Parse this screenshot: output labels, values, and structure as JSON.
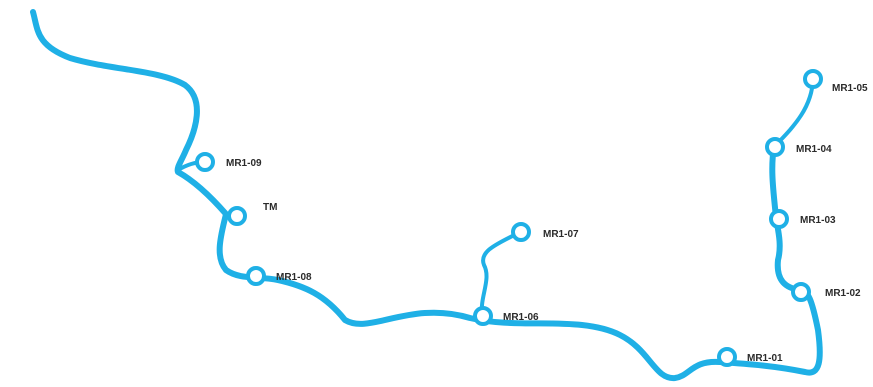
{
  "diagram": {
    "colors": {
      "river": "#1fb0e6",
      "label": "#2b2b2b"
    },
    "stations": [
      {
        "id": "mr1-09",
        "label": "MR1-09"
      },
      {
        "id": "tm",
        "label": "TM"
      },
      {
        "id": "mr1-08",
        "label": "MR1-08"
      },
      {
        "id": "mr1-07",
        "label": "MR1-07"
      },
      {
        "id": "mr1-06",
        "label": "MR1-06"
      },
      {
        "id": "mr1-01",
        "label": "MR1-01"
      },
      {
        "id": "mr1-02",
        "label": "MR1-02"
      },
      {
        "id": "mr1-03",
        "label": "MR1-03"
      },
      {
        "id": "mr1-04",
        "label": "MR1-04"
      },
      {
        "id": "mr1-05",
        "label": "MR1-05"
      }
    ]
  }
}
